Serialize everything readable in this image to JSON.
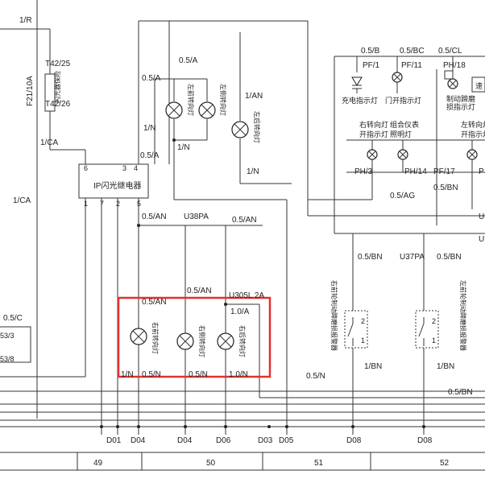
{
  "labels": {
    "w_1r": "1/R",
    "fuse_top": "T42/25",
    "fuse_bot": "T42/26",
    "fuse_name": "F21/10A",
    "fuse_desc": "闪光器保险",
    "w_1ca_a": "1/CA",
    "w_1ca_b": "1/CA",
    "relay_name": "IP闪光继电器",
    "relay_p6": "6",
    "relay_p3": "3",
    "relay_p4": "4",
    "relay_p1": "1",
    "relay_p7": "7",
    "relay_p2": "2",
    "relay_p5": "5",
    "w_05a_1": "0.5/A",
    "w_05a_2": "0.5/A",
    "w_05a_3": "0.5/A",
    "w_1n_1": "1/N",
    "w_1n_2": "1/N",
    "w_1an": "1/AN",
    "w_1n_3": "1/N",
    "lamp_lf": "左前转向灯",
    "lamp_ls": "左侧转向灯",
    "lamp_lr": "左后转向灯",
    "w_05an_1": "0.5/AN",
    "w_u38pa": "U38PA",
    "w_05an_2": "0.5/AN",
    "w_05an_3": "0.5/AN",
    "w_u305l": "U305L 2A",
    "w_05an_4": "0.5/AN",
    "w_10a": "1.0/A",
    "lamp_rf": "右前转向灯",
    "lamp_rs": "右侧转向灯",
    "lamp_rr": "右后转向灯",
    "w_1n_b": "1/N",
    "w_05n_b1": "0.5/N",
    "w_05n_b2": "0.5/N",
    "w_10n": "1.0/N",
    "w_05n_mid": "0.5/N",
    "w_05c": "0.5/C",
    "conn_a": "53/3",
    "conn_b": "53/8",
    "w_05b": "0.5/B",
    "w_05bc": "0.5/BC",
    "w_05cl": "0.5/CL",
    "pf1": "PF/1",
    "pf11": "PF/11",
    "ph18": "PH/18",
    "t_charge": "充电指示灯",
    "t_door": "门开指示灯",
    "t_brake1": "制动蹄磨",
    "t_brake2": "损指示灯",
    "t_speed": "速",
    "t_rt1": "右转向灯",
    "t_rt2": "开指示灯",
    "t_combo1": "组合仪表",
    "t_combo2": "照明灯",
    "t_lt1": "左转向灯",
    "t_lt2": "开指示灯",
    "ph3": "PH/3",
    "ph14": "PH/14",
    "pf17": "PF/17",
    "p_edge": "P",
    "w_05ag": "0.5/AG",
    "w_05bn_1": "0.5/BN",
    "u_edge1": "U",
    "u_edge2": "U",
    "w_05bn_2": "0.5/BN",
    "w_u37pa": "U37PA",
    "w_05bn_3": "0.5/BN",
    "sw_r": "右前轮制动蹄磨损报警器",
    "sw_l": "左前轮制动蹄磨损报警器",
    "sw1_2": "2",
    "sw1_1": "1",
    "sw2_2": "2",
    "sw2_1": "1",
    "w_1bn_1": "1/BN",
    "w_1bn_2": "1/BN",
    "w_05bn_4": "0.5/BN",
    "g_d01": "D01",
    "g_d04a": "D04",
    "g_d04b": "D04",
    "g_d06": "D06",
    "g_d03": "D03",
    "g_d05": "D05",
    "g_d08a": "D08",
    "g_d08b": "D08",
    "sec_49": "49",
    "sec_50": "50",
    "sec_51": "51",
    "sec_52": "52"
  }
}
